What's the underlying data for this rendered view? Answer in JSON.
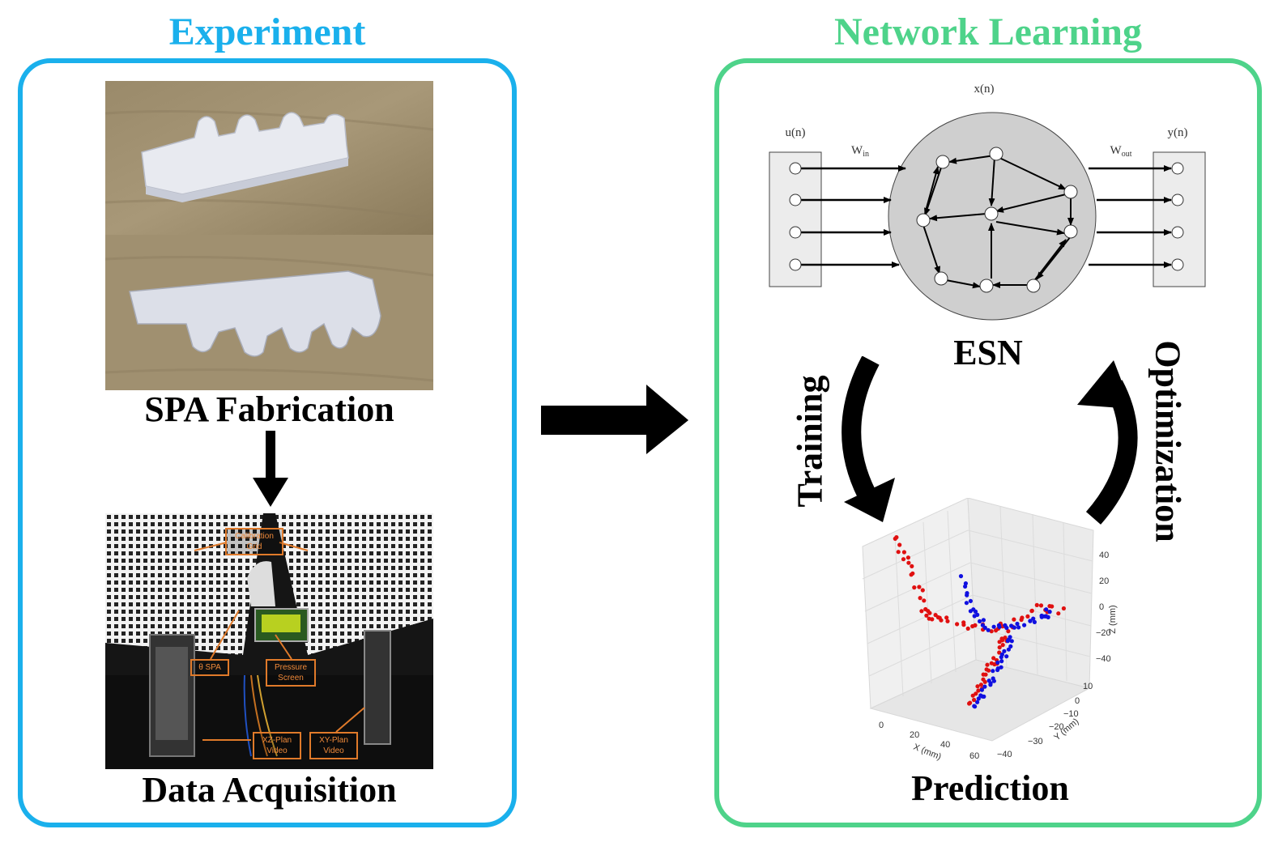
{
  "experiment": {
    "title": "Experiment",
    "fabrication_caption": "SPA Fabrication",
    "acquisition_caption": "Data Acquisition",
    "callouts": {
      "calibration": "Calibration Grid",
      "theta_spa": "θ SPA",
      "pressure": "Pressure Screen",
      "xz_video": "XZ-Plan Video",
      "xy_video": "XY-Plan Video"
    }
  },
  "learning": {
    "title": "Network Learning",
    "esn_caption": "ESN",
    "training_label": "Training",
    "optimization_label": "Optimization",
    "prediction_caption": "Prediction",
    "esn": {
      "input_label": "u(n)",
      "state_label": "x(n)",
      "output_label": "y(n)",
      "win_label": "W",
      "win_sub": "in",
      "w_label": "W",
      "wout_label": "W",
      "wout_sub": "out"
    },
    "plot": {
      "z_axis_label": "Z (mm)",
      "y_axis_label": "Y (mm)",
      "x_axis_label": "X (mm)",
      "z_ticks": [
        "40",
        "20",
        "0",
        "−20",
        "−40"
      ],
      "y_ticks": [
        "10",
        "0",
        "−10",
        "−20",
        "−30",
        "−40"
      ],
      "x_ticks": [
        "0",
        "20",
        "40",
        "60"
      ]
    }
  },
  "colors": {
    "experiment_accent": "#1ab0ec",
    "learning_accent": "#4ed38a",
    "series_a": "#e01010",
    "series_b": "#1010e0"
  }
}
